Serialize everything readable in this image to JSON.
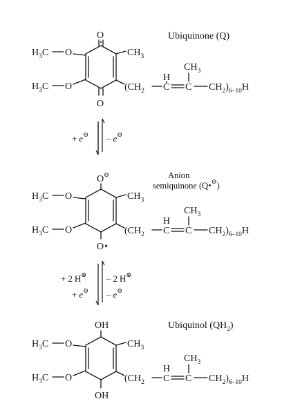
{
  "molecules": [
    {
      "name": "Ubiquinone (Q)",
      "top_group": "O",
      "bottom_group": "O",
      "methoxy_upper": {
        "prefix": "H",
        "sub": "3",
        "suffix": "C"
      },
      "methoxy_lower": {
        "prefix": "H",
        "sub": "3",
        "suffix": "C"
      },
      "oxygen_label": "O",
      "methyl": {
        "prefix": "CH",
        "sub": "3"
      },
      "chain": {
        "open": "(CH",
        "open_sub": "2",
        "h_label": "H",
        "c1": "C",
        "c2": "C",
        "branch_methyl": {
          "prefix": "CH",
          "sub": "3"
        },
        "close": "CH",
        "close_sub": "2",
        "paren": ")",
        "repeat": "6–10",
        "end": "H"
      }
    },
    {
      "name_line1": "Anion",
      "name_line2": "semiquinone (Q",
      "name_radical": "•",
      "name_charge": "⊖",
      "name_close": ")",
      "top_group": "O",
      "top_charge": "⊖",
      "bottom_group": "O",
      "bottom_radical": "•",
      "methoxy_upper": {
        "prefix": "H",
        "sub": "3",
        "suffix": "C"
      },
      "methoxy_lower": {
        "prefix": "H",
        "sub": "3",
        "suffix": "C"
      },
      "oxygen_label": "O",
      "methyl": {
        "prefix": "CH",
        "sub": "3"
      },
      "chain": {
        "open": "(CH",
        "open_sub": "2",
        "h_label": "H",
        "c1": "C",
        "c2": "C",
        "branch_methyl": {
          "prefix": "CH",
          "sub": "3"
        },
        "close": "CH",
        "close_sub": "2",
        "paren": ")",
        "repeat": "6–10",
        "end": "H"
      }
    },
    {
      "name": "Ubiquinol (QH",
      "name_sub": "2",
      "name_close": ")",
      "top_group": "OH",
      "bottom_group": "OH",
      "methoxy_upper": {
        "prefix": "H",
        "sub": "3",
        "suffix": "C"
      },
      "methoxy_lower": {
        "prefix": "H",
        "sub": "3",
        "suffix": "C"
      },
      "oxygen_label": "O",
      "methyl": {
        "prefix": "CH",
        "sub": "3"
      },
      "chain": {
        "open": "(CH",
        "open_sub": "2",
        "h_label": "H",
        "c1": "C",
        "c2": "C",
        "branch_methyl": {
          "prefix": "CH",
          "sub": "3"
        },
        "close": "CH",
        "close_sub": "2",
        "paren": ")",
        "repeat": "6–10",
        "end": "H"
      }
    }
  ],
  "transitions": [
    {
      "forward": {
        "sign": "+",
        "species": "e",
        "charge": "⊖"
      },
      "reverse": {
        "sign": "–",
        "species": "e",
        "charge": "⊖"
      }
    },
    {
      "forward_protons": {
        "sign": "+",
        "count": "2",
        "species": "H",
        "charge": "⊕"
      },
      "reverse_protons": {
        "sign": "–",
        "count": "2",
        "species": "H",
        "charge": "⊕"
      },
      "forward": {
        "sign": "+",
        "species": "e",
        "charge": "⊖"
      },
      "reverse": {
        "sign": "–",
        "species": "e",
        "charge": "⊖"
      }
    }
  ]
}
